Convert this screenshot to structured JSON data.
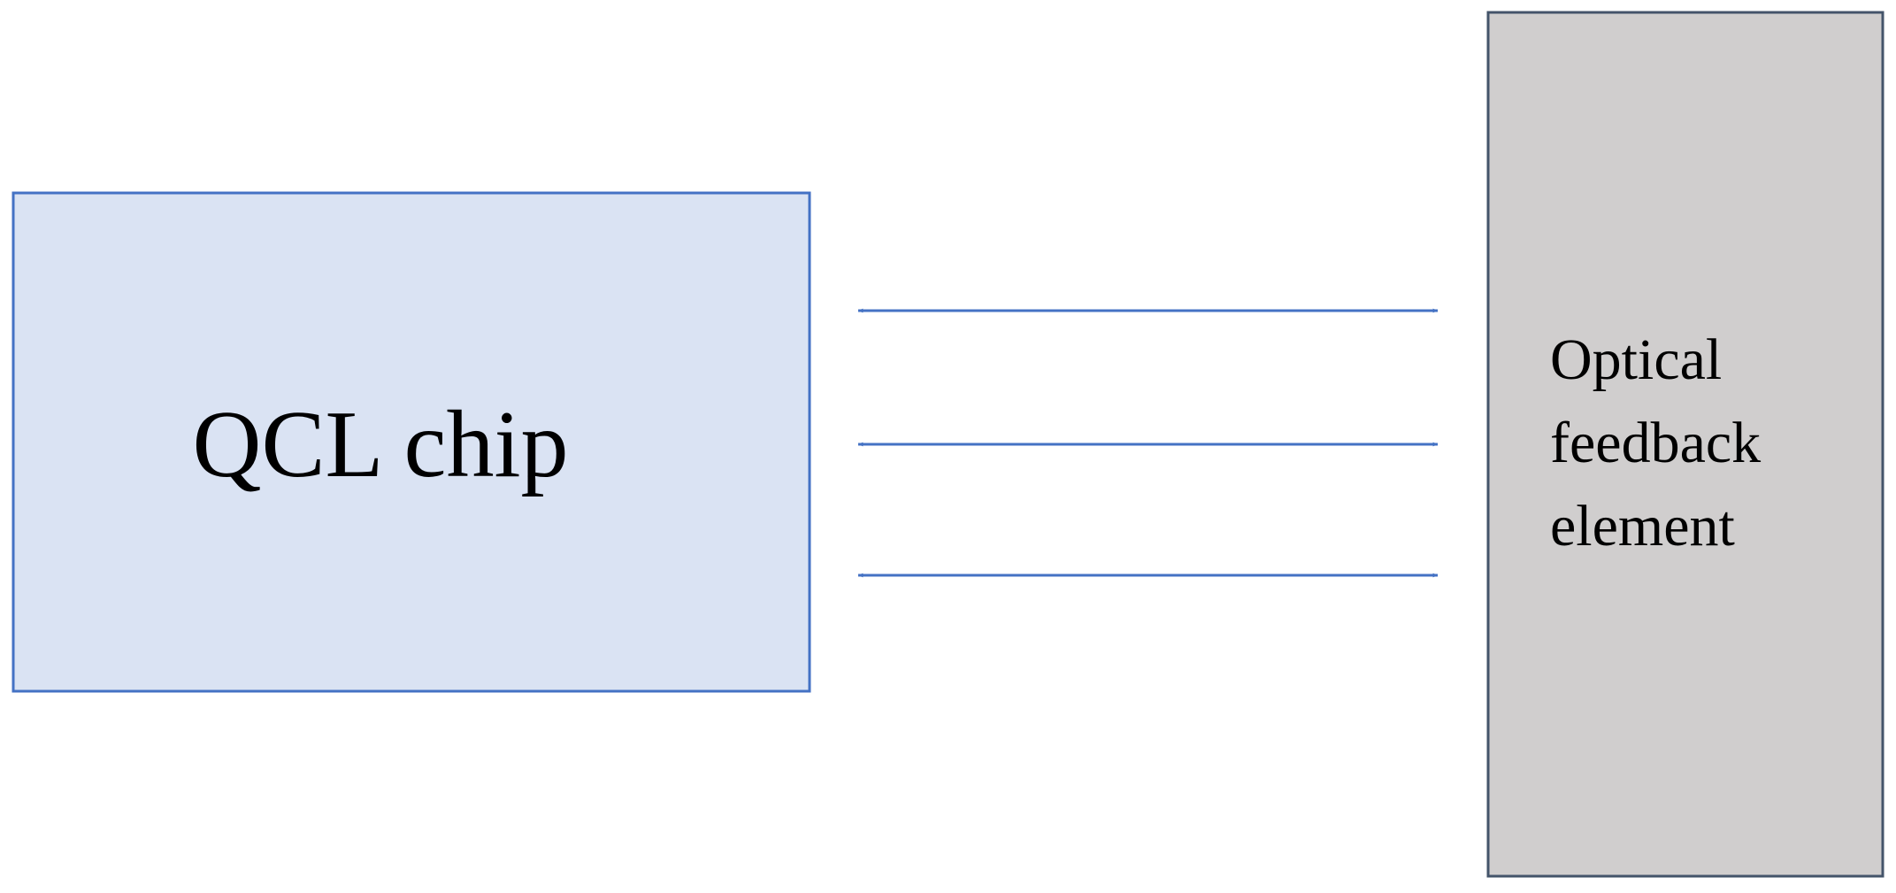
{
  "diagram": {
    "qcl_chip": {
      "label": "QCL chip",
      "fill": "#dae3f3",
      "stroke": "#4472c4"
    },
    "feedback_element": {
      "label_lines": [
        "Optical",
        "feedback",
        "element"
      ],
      "fill": "#d0cece",
      "stroke": "#44546a"
    },
    "arrows": {
      "count": 3,
      "color": "#4472c4",
      "style": "double-headed"
    }
  }
}
